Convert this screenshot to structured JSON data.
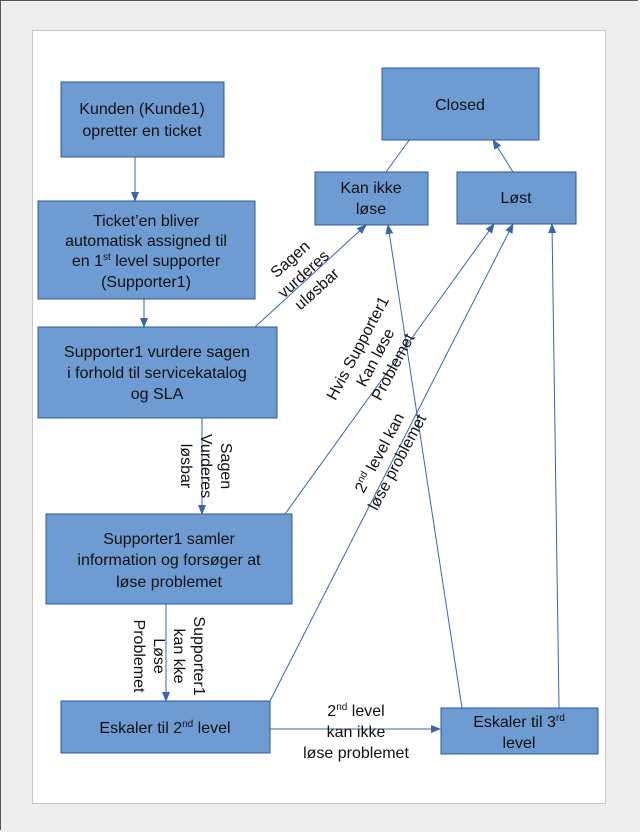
{
  "nodes": {
    "kunde": [
      "Kunden (Kunde1)",
      "opretter en ticket"
    ],
    "closed": [
      "Closed"
    ],
    "kan_ikke": [
      "Kan ikke",
      "løse"
    ],
    "lost": [
      "Løst"
    ],
    "assigned_l1": "Ticket’en bliver",
    "assigned_l2": "automatisk assigned til",
    "assigned_l3a": "en 1",
    "assigned_l3sup": "st",
    "assigned_l3b": " level supporter",
    "assigned_l4": "(Supporter1)",
    "vurdere": [
      "Supporter1 vurdere sagen",
      "i forhold til servicekatalog",
      "og SLA"
    ],
    "samler": [
      "Supporter1 samler",
      "information og forsøger at",
      "løse problemet"
    ],
    "esk2_a": "Eskaler til 2",
    "esk2_sup": "nd",
    "esk2_b": " level",
    "esk3_a": "Eskaler til 3",
    "esk3_sup": "rd",
    "esk3_b": "level"
  },
  "edge_labels": {
    "uloesbar": [
      "Sagen",
      "vurderes",
      "uløsbar"
    ],
    "loesbar": [
      "Sagen",
      "Vurderes",
      "løsbar"
    ],
    "kan_ikke_loese": [
      "Supporter1",
      "kan kke",
      "Løse",
      "Problemet"
    ],
    "hvis_kan": [
      "Hvis Supporter1",
      "Kan løse",
      "Problemet"
    ],
    "l2_kan_1a": "2",
    "l2_kan_1sup": "nd",
    "l2_kan_1b": " level kan",
    "l2_kan_2": "løse problemet",
    "l2_kan_ikke_1a": "2",
    "l2_kan_ikke_1sup": "nd",
    "l2_kan_ikke_1b": " level",
    "l2_kan_ikke_2": "kan ikke",
    "l2_kan_ikke_3": "løse problemet"
  }
}
